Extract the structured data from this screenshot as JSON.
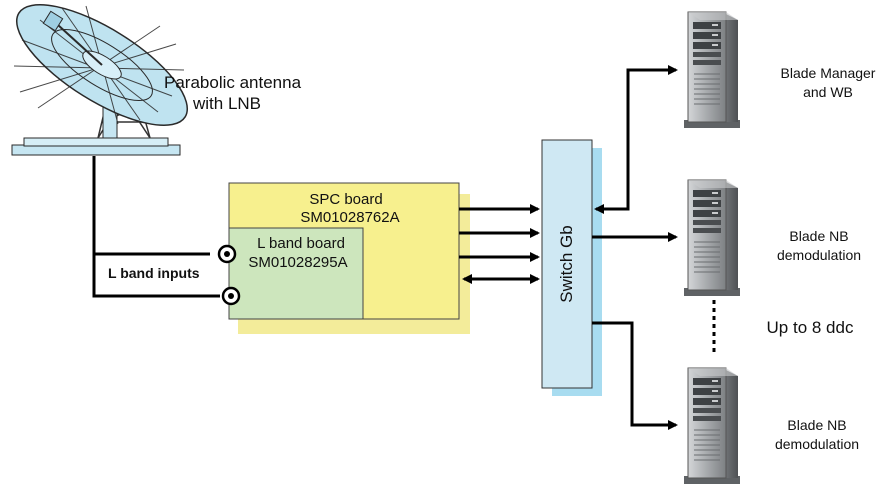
{
  "antenna": {
    "label_line1": "Parabolic antenna",
    "label_line2": "with LNB"
  },
  "spc_board": {
    "name": "SPC board",
    "part_number": "SM01028762A"
  },
  "l_band_board": {
    "name": "L band board",
    "part_number": "SM01028295A"
  },
  "inputs_label": "L band inputs",
  "switch_label": "Switch Gb",
  "servers": [
    {
      "line1": "Blade Manager",
      "line2": "and WB"
    },
    {
      "line1": "Blade NB",
      "line2": "demodulation"
    },
    {
      "line1": "Blade NB",
      "line2": "demodulation"
    }
  ],
  "capacity_note": "Up to 8 ddc",
  "colors": {
    "dish": "#bfe3f0",
    "spc_board_fill": "#f7f08e",
    "spc_board_shadow": "#f3ec9a",
    "l_band_board_fill": "#cde6bd",
    "switch_fill": "#cfe8f3",
    "switch_shadow": "#a8dcf0",
    "server_body": "#8f9295",
    "line": "#000000"
  }
}
